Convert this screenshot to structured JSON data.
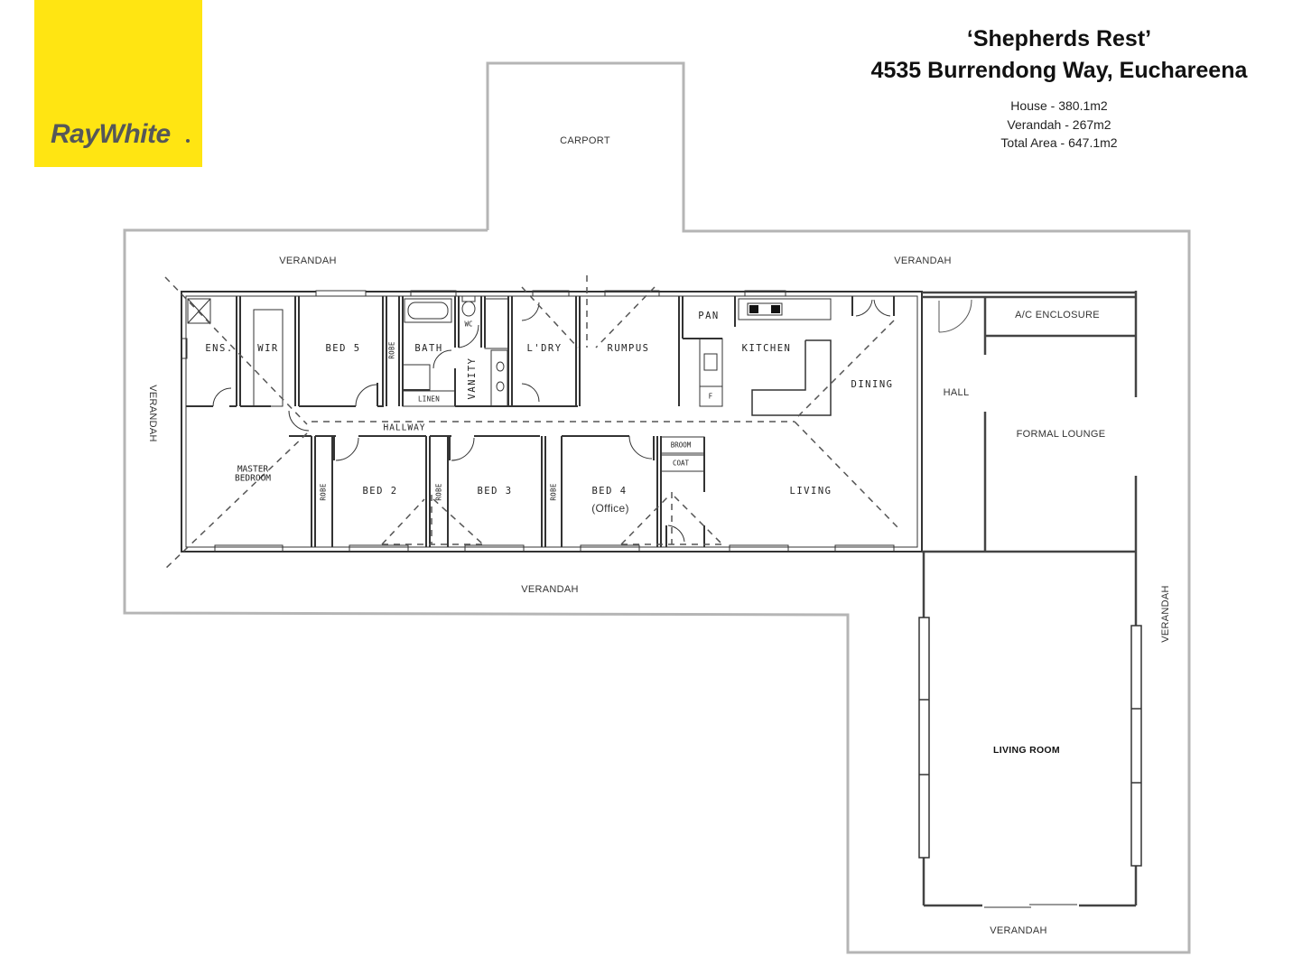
{
  "brand": {
    "name": "RayWhite",
    "color": "#ffe512",
    "text_color": "#555759"
  },
  "header": {
    "property_name": "‘Shepherds Rest’",
    "address": "4535 Burrendong Way, Euchareena"
  },
  "areas": {
    "house": "House - 380.1m2",
    "verandah": "Verandah - 267m2",
    "total": "Total Area - 647.1m2"
  },
  "rooms": {
    "carport": "CARPORT",
    "verandah_top_left": "VERANDAH",
    "verandah_top_right": "VERANDAH",
    "verandah_left": "VERANDAH",
    "verandah_bottom": "VERANDAH",
    "verandah_right": "VERANDAH",
    "verandah_bottom_right": "VERANDAH",
    "ensuite": "ENS.",
    "wir": "WIR",
    "bed5": "BED 5",
    "robe1": "ROBE",
    "bath": "BATH",
    "linen": "LINEN",
    "wc": "WC",
    "vanity": "VANITY",
    "laundry": "L'DRY",
    "rumpus": "RUMPUS",
    "pantry": "PAN",
    "kitchen": "KITCHEN",
    "fridge": "F",
    "dining": "DINING",
    "hall": "HALL",
    "ac_enclosure": "A/C ENCLOSURE",
    "formal_lounge": "FORMAL LOUNGE",
    "hallway": "HALLWAY",
    "master_bedroom_1": "MASTER",
    "master_bedroom_2": "BEDROOM",
    "robe2": "ROBE",
    "bed2": "BED 2",
    "robe3": "ROBE",
    "bed3": "BED 3",
    "robe4": "ROBE",
    "bed4": "BED 4",
    "bed4_note": "(Office)",
    "broom": "BROOM",
    "coat": "COAT",
    "living": "LIVING",
    "living_room": "LIVING ROOM"
  },
  "colors": {
    "wall": "#333333",
    "verandah_outline": "#b0b0b0",
    "dashed": "#555555"
  }
}
